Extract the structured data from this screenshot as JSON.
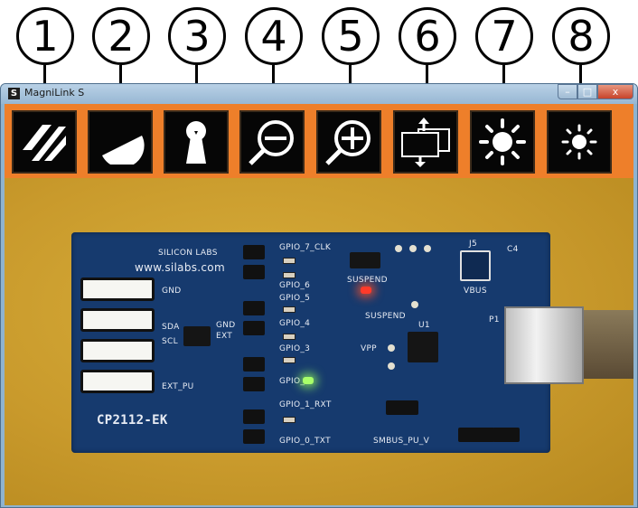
{
  "callouts": [
    "1",
    "2",
    "3",
    "4",
    "5",
    "6",
    "7",
    "8"
  ],
  "window": {
    "title": "MagniLink S",
    "app_icon_letter": "S",
    "min_glyph": "–",
    "max_glyph": "□",
    "close_glyph": "x"
  },
  "toolbar": {
    "buttons": [
      {
        "icon": "stripes-icon"
      },
      {
        "icon": "contrast-half-circle-icon"
      },
      {
        "icon": "keyhole-icon"
      },
      {
        "icon": "zoom-out-icon"
      },
      {
        "icon": "zoom-in-icon"
      },
      {
        "icon": "window-arrows-icon"
      },
      {
        "icon": "brightness-high-icon"
      },
      {
        "icon": "brightness-low-icon"
      }
    ]
  },
  "board": {
    "logo_text": "SILICON LABS",
    "url": "www.silabs.com",
    "model": "CP2112-EK",
    "labels": {
      "gnd": "GND",
      "sda": "SDA",
      "scl": "SCL",
      "gnd2": "GND",
      "ext": "EXT",
      "ext_pu": "EXT_PU",
      "gpio7": "GPIO_7_CLK",
      "gpio6": "GPIO_6",
      "gpio5": "GPIO_5",
      "gpio4": "GPIO_4",
      "gpio3": "GPIO_3",
      "gpio2": "GPIO_2",
      "gpio1": "GPIO_1_RXT",
      "gpio0": "GPIO_0_TXT",
      "suspend": "SUSPEND",
      "suspend2": "SUSPEND",
      "vpp": "VPP",
      "vbus": "VBUS",
      "u1": "U1",
      "smbus_pu": "SMBUS_PU_V",
      "p1": "P1",
      "j5": "J5",
      "c4": "C4"
    }
  }
}
